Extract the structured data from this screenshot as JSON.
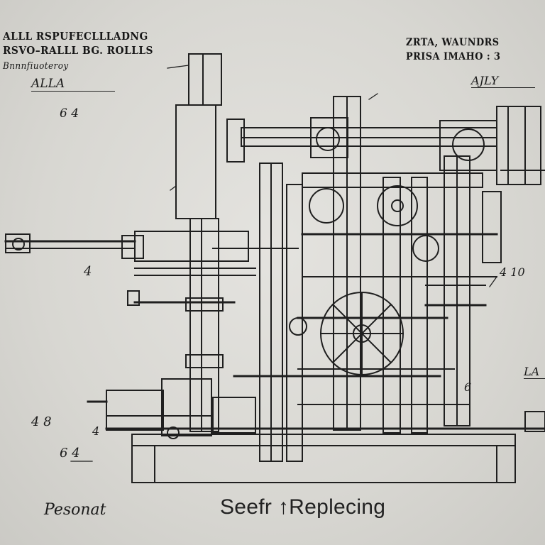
{
  "header_left": {
    "line1": "ALLL RSPUFECLLLADNG",
    "line2": "RSVO–RALLL BG.    ROLLLS",
    "line3": "Bnnnfiuoteroy",
    "mark": "ALLA"
  },
  "header_right": {
    "line1": "ZRTA, WAUNDRS",
    "line2": "PRISA IMAHO : 3",
    "mark": "AJLY"
  },
  "annotations": {
    "a1": "6 4",
    "a2": "4",
    "a3": "4 8",
    "a4": "4",
    "a5": "4 10",
    "a6": "LA",
    "a7": "6 4",
    "a8": "6"
  },
  "footer": {
    "signature": "Pesonat",
    "caption": "Seefr ↑Replecing"
  },
  "colors": {
    "paper": "#d9d8d4",
    "ink": "#1c1c1c"
  }
}
